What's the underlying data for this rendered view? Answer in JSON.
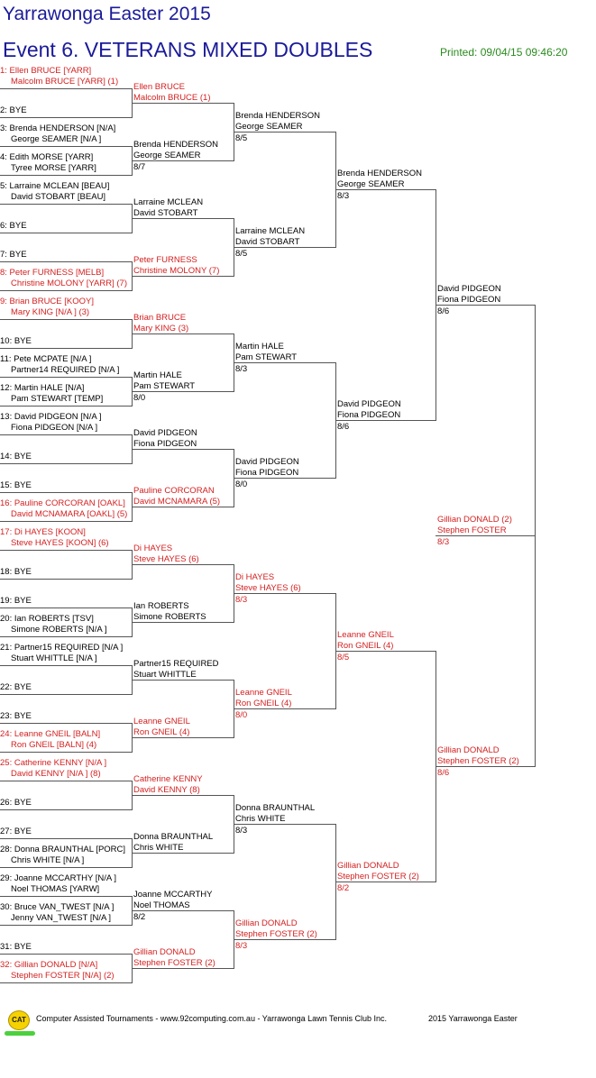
{
  "title": "Yarrawonga Easter 2015",
  "event": "Event 6. VETERANS MIXED DOUBLES",
  "printed": "Printed: 09/04/15 09:46:20",
  "round1": [
    {
      "l1": "1: Ellen BRUCE [YARR]",
      "l2": "Malcolm BRUCE [YARR] (1)",
      "red": true
    },
    {
      "l1": "",
      "l2": "2: BYE",
      "red": false
    },
    {
      "l1": "3: Brenda HENDERSON [N/A]",
      "l2": "George SEAMER [N/A ]",
      "red": false
    },
    {
      "l1": "4: Edith MORSE [YARR]",
      "l2": "Tyree MORSE [YARR]",
      "red": false
    },
    {
      "l1": "5: Larraine MCLEAN [BEAU]",
      "l2": "David STOBART [BEAU]",
      "red": false
    },
    {
      "l1": "",
      "l2": "6: BYE",
      "red": false
    },
    {
      "l1": "",
      "l2": "7: BYE",
      "red": false
    },
    {
      "l1": "8: Peter FURNESS [MELB]",
      "l2": "Christine MOLONY [YARR] (7)",
      "red": true
    },
    {
      "l1": "9: Brian BRUCE [KOOY]",
      "l2": "Mary KING [N/A ] (3)",
      "red": true
    },
    {
      "l1": "",
      "l2": "10: BYE",
      "red": false
    },
    {
      "l1": "11: Pete MCPATE [N/A ]",
      "l2": "Partner14 REQUIRED [N/A ]",
      "red": false
    },
    {
      "l1": "12: Martin HALE [N/A]",
      "l2": "Pam STEWART [TEMP]",
      "red": false
    },
    {
      "l1": "13: David PIDGEON [N/A ]",
      "l2": "Fiona PIDGEON [N/A ]",
      "red": false
    },
    {
      "l1": "",
      "l2": "14: BYE",
      "red": false
    },
    {
      "l1": "",
      "l2": "15: BYE",
      "red": false
    },
    {
      "l1": "16: Pauline CORCORAN [OAKL]",
      "l2": "David MCNAMARA [OAKL] (5)",
      "red": true
    },
    {
      "l1": "17: Di HAYES [KOON]",
      "l2": "Steve HAYES [KOON] (6)",
      "red": true
    },
    {
      "l1": "",
      "l2": "18: BYE",
      "red": false
    },
    {
      "l1": "",
      "l2": "19: BYE",
      "red": false
    },
    {
      "l1": "20: Ian ROBERTS [TSV]",
      "l2": "Simone ROBERTS [N/A ]",
      "red": false
    },
    {
      "l1": "21: Partner15 REQUIRED [N/A ]",
      "l2": "Stuart WHITTLE [N/A ]",
      "red": false
    },
    {
      "l1": "",
      "l2": "22: BYE",
      "red": false
    },
    {
      "l1": "",
      "l2": "23: BYE",
      "red": false
    },
    {
      "l1": "24: Leanne GNEIL [BALN]",
      "l2": "Ron GNEIL [BALN] (4)",
      "red": true
    },
    {
      "l1": "25: Catherine KENNY [N/A ]",
      "l2": "David KENNY [N/A ] (8)",
      "red": true
    },
    {
      "l1": "",
      "l2": "26: BYE",
      "red": false
    },
    {
      "l1": "",
      "l2": "27: BYE",
      "red": false
    },
    {
      "l1": "28: Donna BRAUNTHAL [PORC]",
      "l2": "Chris WHITE [N/A ]",
      "red": false
    },
    {
      "l1": "29: Joanne MCCARTHY [N/A ]",
      "l2": "Noel THOMAS [YARW]",
      "red": false
    },
    {
      "l1": "30: Bruce VAN_TWEST [N/A ]",
      "l2": "Jenny VAN_TWEST [N/A ]",
      "red": false
    },
    {
      "l1": "",
      "l2": "31: BYE",
      "red": false
    },
    {
      "l1": "32: Gillian DONALD [N/A]",
      "l2": "Stephen FOSTER [N/A] (2)",
      "red": true
    }
  ],
  "round2": [
    {
      "l1": "Ellen BRUCE",
      "l2": "Malcolm BRUCE (1)",
      "score": "",
      "red": true
    },
    {
      "l1": "Brenda HENDERSON",
      "l2": "George SEAMER",
      "score": "8/7",
      "red": false
    },
    {
      "l1": "Larraine MCLEAN",
      "l2": "David STOBART",
      "score": "",
      "red": false
    },
    {
      "l1": "Peter FURNESS",
      "l2": "Christine MOLONY (7)",
      "score": "",
      "red": true
    },
    {
      "l1": "Brian BRUCE",
      "l2": "Mary KING (3)",
      "score": "",
      "red": true
    },
    {
      "l1": "Martin HALE",
      "l2": "Pam STEWART",
      "score": "8/0",
      "red": false
    },
    {
      "l1": "David PIDGEON",
      "l2": "Fiona PIDGEON",
      "score": "",
      "red": false
    },
    {
      "l1": "Pauline CORCORAN",
      "l2": "David MCNAMARA (5)",
      "score": "",
      "red": true
    },
    {
      "l1": "Di HAYES",
      "l2": "Steve HAYES (6)",
      "score": "",
      "red": true
    },
    {
      "l1": "Ian ROBERTS",
      "l2": "Simone ROBERTS",
      "score": "",
      "red": false
    },
    {
      "l1": "Partner15 REQUIRED",
      "l2": "Stuart WHITTLE",
      "score": "",
      "red": false
    },
    {
      "l1": "Leanne GNEIL",
      "l2": "Ron GNEIL (4)",
      "score": "",
      "red": true
    },
    {
      "l1": "Catherine KENNY",
      "l2": "David KENNY (8)",
      "score": "",
      "red": true
    },
    {
      "l1": "Donna BRAUNTHAL",
      "l2": "Chris WHITE",
      "score": "",
      "red": false
    },
    {
      "l1": "Joanne MCCARTHY",
      "l2": "Noel THOMAS",
      "score": "8/2",
      "red": false
    },
    {
      "l1": "Gillian DONALD",
      "l2": "Stephen FOSTER (2)",
      "score": "",
      "red": true
    }
  ],
  "round3": [
    {
      "l1": "Brenda HENDERSON",
      "l2": "George SEAMER",
      "score": "8/5",
      "red": false
    },
    {
      "l1": "Larraine MCLEAN",
      "l2": "David STOBART",
      "score": "8/5",
      "red": false
    },
    {
      "l1": "Martin HALE",
      "l2": "Pam STEWART",
      "score": "8/3",
      "red": false
    },
    {
      "l1": "David PIDGEON",
      "l2": "Fiona PIDGEON",
      "score": "8/0",
      "red": false
    },
    {
      "l1": "Di HAYES",
      "l2": "Steve HAYES (6)",
      "score": "8/3",
      "red": true
    },
    {
      "l1": "Leanne GNEIL",
      "l2": "Ron GNEIL (4)",
      "score": "8/0",
      "red": true
    },
    {
      "l1": "Donna BRAUNTHAL",
      "l2": "Chris WHITE",
      "score": "8/3",
      "red": false
    },
    {
      "l1": "Gillian DONALD",
      "l2": "Stephen FOSTER (2)",
      "score": "8/3",
      "red": true
    }
  ],
  "round4": [
    {
      "l1": "Brenda HENDERSON",
      "l2": "George SEAMER",
      "score": "8/3",
      "red": false
    },
    {
      "l1": "David PIDGEON",
      "l2": "Fiona PIDGEON",
      "score": "8/6",
      "red": false
    },
    {
      "l1": "Leanne GNEIL",
      "l2": "Ron GNEIL (4)",
      "score": "8/5",
      "red": true
    },
    {
      "l1": "Gillian DONALD",
      "l2": "Stephen FOSTER (2)",
      "score": "8/2",
      "red": true
    }
  ],
  "round5": [
    {
      "l1": "David PIDGEON",
      "l2": "Fiona PIDGEON",
      "score": "8/6",
      "red": false
    },
    {
      "l1": "Gillian DONALD",
      "l2": "Stephen FOSTER (2)",
      "score": "8/6",
      "red": true
    }
  ],
  "champion": {
    "l1": "Gillian DONALD (2)",
    "l2": "Stephen FOSTER",
    "score": "8/3",
    "red": true
  },
  "footer": {
    "logo": "CAT",
    "text": "Computer Assisted Tournaments - www.92computing.com.au -  Yarrawonga Lawn Tennis Club Inc.",
    "right": "2015 Yarrawonga Easter"
  }
}
